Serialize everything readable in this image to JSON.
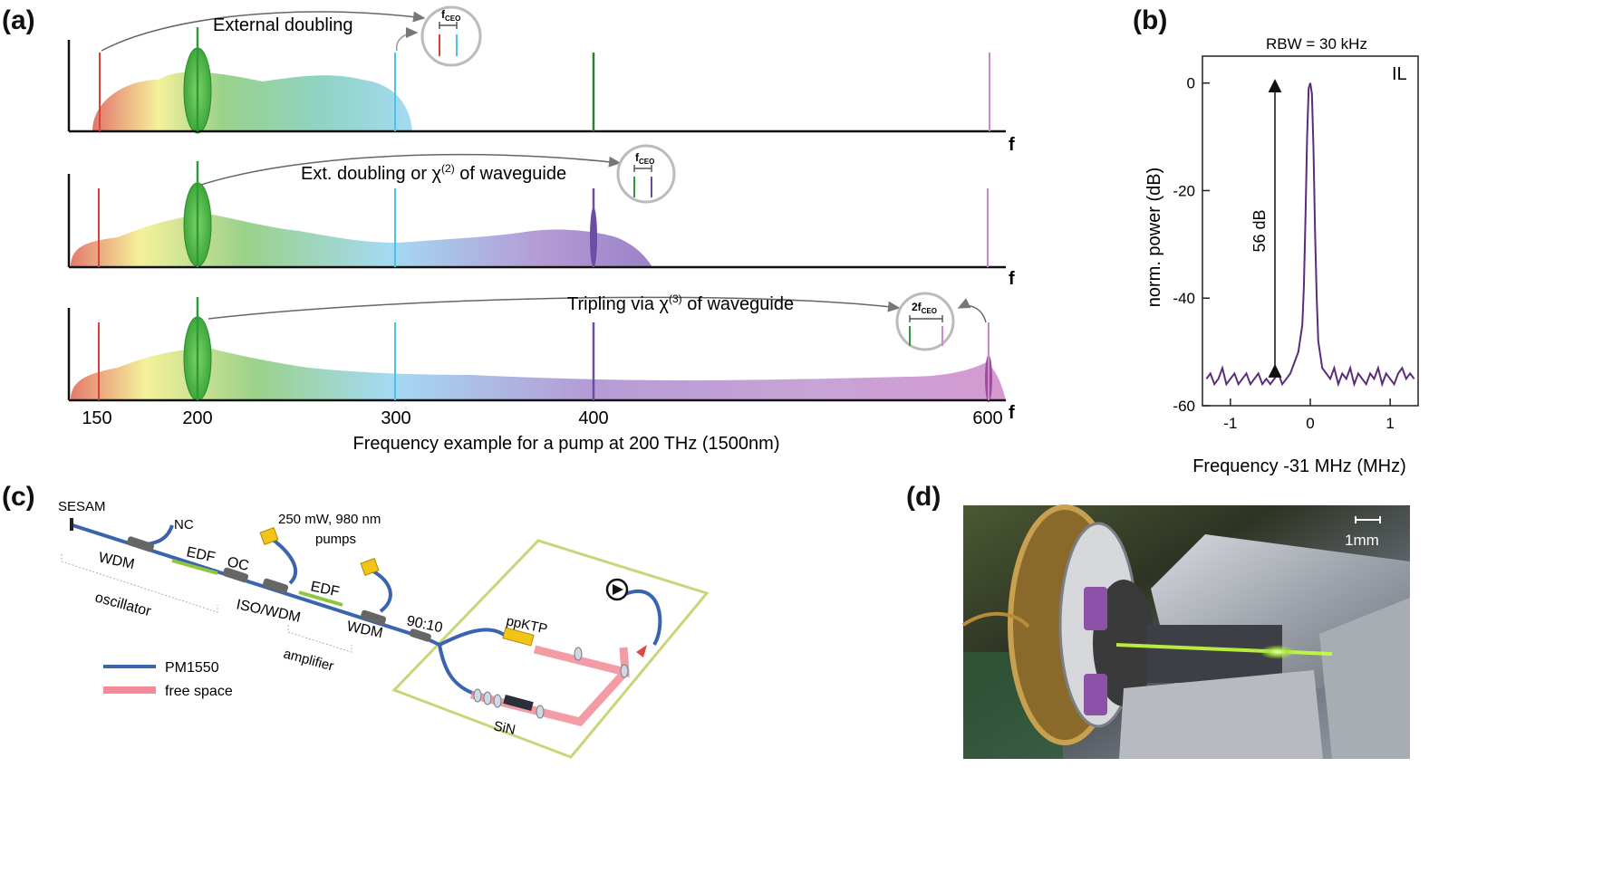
{
  "panels": {
    "a": "(a)",
    "b": "(b)",
    "c": "(c)",
    "d": "(d)"
  },
  "panel_a": {
    "row1_annotation": "External doubling",
    "row2_annotation": "Ext. doubling or χ",
    "row2_super": "(2)",
    "row2_tail": " of waveguide",
    "row3_annotation": "Tripling via χ",
    "row3_super": "(3)",
    "row3_tail": " of waveguide",
    "fceo": "f",
    "fceo_sub": "CEO",
    "two_fceo": "2f",
    "axis_letter": "f",
    "tick_labels": [
      "150",
      "200",
      "300",
      "400",
      "600"
    ],
    "xlabel": "Frequency example for a pump at 200 THz (1500nm)",
    "colors": {
      "red_line": "#d8413a",
      "green_line": "#2e9a38",
      "blue_line": "#4fc0ea",
      "purple_line": "#6b4ea2",
      "pink_line": "#c989cd"
    }
  },
  "panel_b": {
    "chart_data": {
      "type": "line",
      "title": "RBW = 30 kHz",
      "corner_label": "IL",
      "xlabel": "Frequency -31 MHz (MHz)",
      "ylabel": "norm. power (dB)",
      "xlim": [
        -1.35,
        1.35
      ],
      "ylim": [
        -60,
        5
      ],
      "xticks": [
        -1,
        0,
        1
      ],
      "yticks": [
        0,
        -20,
        -40,
        -60
      ],
      "annotation": "56 dB",
      "series": [
        {
          "color": "#5b2c7a",
          "x": [
            -1.3,
            -1.25,
            -1.2,
            -1.15,
            -1.1,
            -1.05,
            -1.0,
            -0.95,
            -0.9,
            -0.85,
            -0.8,
            -0.75,
            -0.7,
            -0.65,
            -0.6,
            -0.55,
            -0.5,
            -0.45,
            -0.4,
            -0.35,
            -0.3,
            -0.25,
            -0.2,
            -0.15,
            -0.1,
            -0.08,
            -0.06,
            -0.04,
            -0.02,
            0.0,
            0.02,
            0.04,
            0.06,
            0.08,
            0.1,
            0.15,
            0.2,
            0.25,
            0.3,
            0.35,
            0.4,
            0.45,
            0.5,
            0.55,
            0.6,
            0.65,
            0.7,
            0.75,
            0.8,
            0.85,
            0.9,
            0.95,
            1.0,
            1.05,
            1.1,
            1.15,
            1.2,
            1.25,
            1.3
          ],
          "y": [
            -55,
            -54,
            -56,
            -55,
            -53,
            -56,
            -55,
            -54,
            -56,
            -55,
            -54,
            -56,
            -55,
            -54,
            -56,
            -55,
            -56,
            -55,
            -54,
            -56,
            -55,
            -54,
            -52,
            -50,
            -45,
            -38,
            -25,
            -10,
            -1,
            0,
            -2,
            -12,
            -28,
            -40,
            -48,
            -53,
            -54,
            -55,
            -53,
            -56,
            -54,
            -55,
            -53,
            -56,
            -54,
            -55,
            -56,
            -54,
            -55,
            -53,
            -56,
            -54,
            -55,
            -56,
            -54,
            -53,
            -55,
            -54,
            -55
          ]
        }
      ]
    }
  },
  "panel_c": {
    "sesam": "SESAM",
    "nc": "NC",
    "wdm1": "WDM",
    "edf1": "EDF",
    "oc": "OC",
    "iso_wdm": "ISO/WDM",
    "edf2": "EDF",
    "wdm2": "WDM",
    "ratio": "90:10",
    "pumps_line1": "250 mW, 980 nm",
    "pumps_line2": "pumps",
    "oscillator": "oscillator",
    "amplifier": "amplifier",
    "ppktp": "ppKTP",
    "sin": "SiN",
    "legend_pm": "PM1550",
    "legend_fs": "free space",
    "colors": {
      "fiber": "#3a63b0",
      "free_space": "#f28b96",
      "edf": "#8dc63f",
      "box": "#c8d67a",
      "crystal": "#f2c418"
    }
  },
  "panel_d": {
    "scale_label": "1mm"
  }
}
